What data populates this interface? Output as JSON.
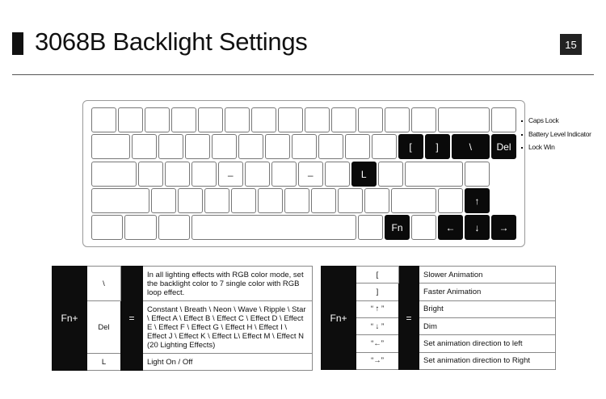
{
  "header": {
    "title": "3068B Backlight Settings",
    "page_number": "15"
  },
  "keyboard": {
    "highlight_color": "#0a0a0a",
    "rows": [
      [
        "",
        "",
        "",
        "",
        "",
        "",
        "",
        "",
        "",
        "",
        "",
        "",
        "",
        "",
        ""
      ],
      [
        "",
        "",
        "",
        "",
        "",
        "",
        "",
        "",
        "",
        "",
        "",
        "[",
        "]",
        "\\",
        "Del"
      ],
      [
        "",
        "",
        "",
        "",
        "–",
        "",
        "",
        "–",
        "",
        "L",
        "",
        "",
        "",
        ""
      ],
      [
        "",
        "",
        "",
        "",
        "",
        "",
        "",
        "",
        "",
        "",
        "",
        "",
        "↑",
        ""
      ],
      [
        "",
        "",
        "",
        "",
        "",
        "Fn",
        "",
        "←",
        "↓",
        "→"
      ]
    ],
    "highlighted": [
      "[",
      "]",
      "\\",
      "Del",
      "L",
      "↑",
      "Fn",
      "←",
      "↓",
      "→"
    ],
    "indicators": [
      "Caps Lock",
      "Battery Level Indicator",
      "Lock Win"
    ]
  },
  "table_left": {
    "prefix": "Fn+",
    "equals": "=",
    "rows": [
      {
        "key": "\\",
        "desc": "In all lighting effects with RGB color mode, set the backlight color to 7 single color with RGB loop effect."
      },
      {
        "key": "Del",
        "desc": "Constant \\ Breath \\ Neon \\ Wave \\ Ripple \\ Star \\ Effect A \\ Effect B \\ Effect C \\ Effect D \\ Effect E \\ Effect F \\ Effect G \\ Effect H \\ Effect I \\ Effect J \\ Effect K \\ Effect L\\ Effect M \\ Effect N (20 Lighting Effects)"
      },
      {
        "key": "L",
        "desc": "Light On / Off"
      }
    ]
  },
  "table_right": {
    "prefix": "Fn+",
    "equals": "=",
    "rows": [
      {
        "key": "[",
        "desc": "Slower Animation"
      },
      {
        "key": "]",
        "desc": "Faster Animation"
      },
      {
        "key": "“ ↑ ”",
        "desc": "Bright"
      },
      {
        "key": "“ ↓ ”",
        "desc": "Dim"
      },
      {
        "key": "“←”",
        "desc": "Set animation direction to left"
      },
      {
        "key": "“→”",
        "desc": "Set animation direction to Right"
      }
    ]
  }
}
